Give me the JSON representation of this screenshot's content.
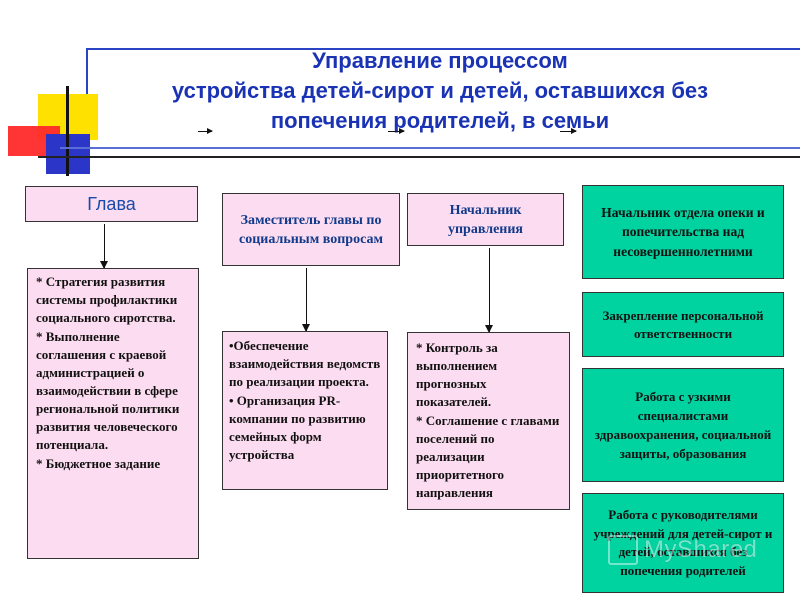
{
  "title": {
    "line1": "Управление процессом",
    "line2": "устройства детей-сирот и детей, оставшихся без",
    "line3": "попечения родителей, в семьи"
  },
  "boxes": {
    "head": "Глава",
    "deputy": "Заместитель главы по социальным вопросам",
    "chief": "Начальник управления",
    "guardianship": "Начальник отдела опеки и попечительства над несовершеннолетними",
    "responsibility": "Закрепление персональной ответственности",
    "specialists": "Работа с узкими специалистами здравоохранения, социальной защиты, образования",
    "institutions": "Работа с руководителями учреждений для детей-сирот и детей, оставшихся без попечения родителей"
  },
  "details": {
    "head": [
      "* Стратегия развития системы профилактики социального сиротства.",
      "* Выполнение соглашения с краевой администрацией о взаимодействии в сфере региональной политики развития человеческого потенциала.",
      "* Бюджетное задание"
    ],
    "deputy": [
      "•Обеспечение взаимодействия ведомств по реализации проекта.",
      "• Организация PR-компании по развитию семейных форм устройства"
    ],
    "chief": [
      "* Контроль за выполнением прогнозных показателей.",
      "* Соглашение с главами поселений по реализации приоритетного направления"
    ]
  },
  "watermark": "MyShared",
  "colors": {
    "title": "#1a33b5",
    "pink_box": "#fcdcf0",
    "green_box": "#00d2a0",
    "deco_yellow": "#ffe100",
    "deco_red": "#ff2a2a",
    "deco_blue": "#2b35c8"
  }
}
